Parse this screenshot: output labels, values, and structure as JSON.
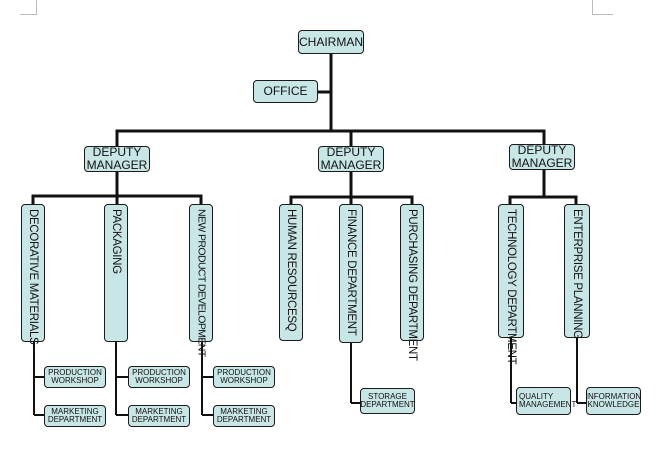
{
  "chairman": "CHAIRMAN",
  "office": "OFFICE",
  "deputy_managers": [
    "DEPUTY\nMANAGER",
    "DEPUTY\nMANAGER",
    "DEPUTY\nMANAGER"
  ],
  "departments": {
    "decorative_materials": "DECORATIVE MATERIALS",
    "packaging": "PACKAGING",
    "new_product_development": "NEW PRODUCT DEVELOPMENT",
    "human_resources": "HUMAN RESOURCESQ",
    "finance_department": "FINANCE DEPARTMENT",
    "purchasing_department": "PURCHASING DEPARTMENT",
    "technology_department": "TECHNOLOGY DEPARTMENT",
    "enterprise_planning": "ENTERPRISE PLANNING"
  },
  "sub_units": {
    "production_workshop": "PRODUCTION\nWORKSHOP",
    "marketing_department": "MARKETING\nDEPARTMENT",
    "storage_department": "STORAGE\nDEPARTMENT",
    "quality_management": "QUALITY\nMANAGEMENT",
    "information_knowledge": "INFORMATION\nKNOWLEDGE"
  }
}
